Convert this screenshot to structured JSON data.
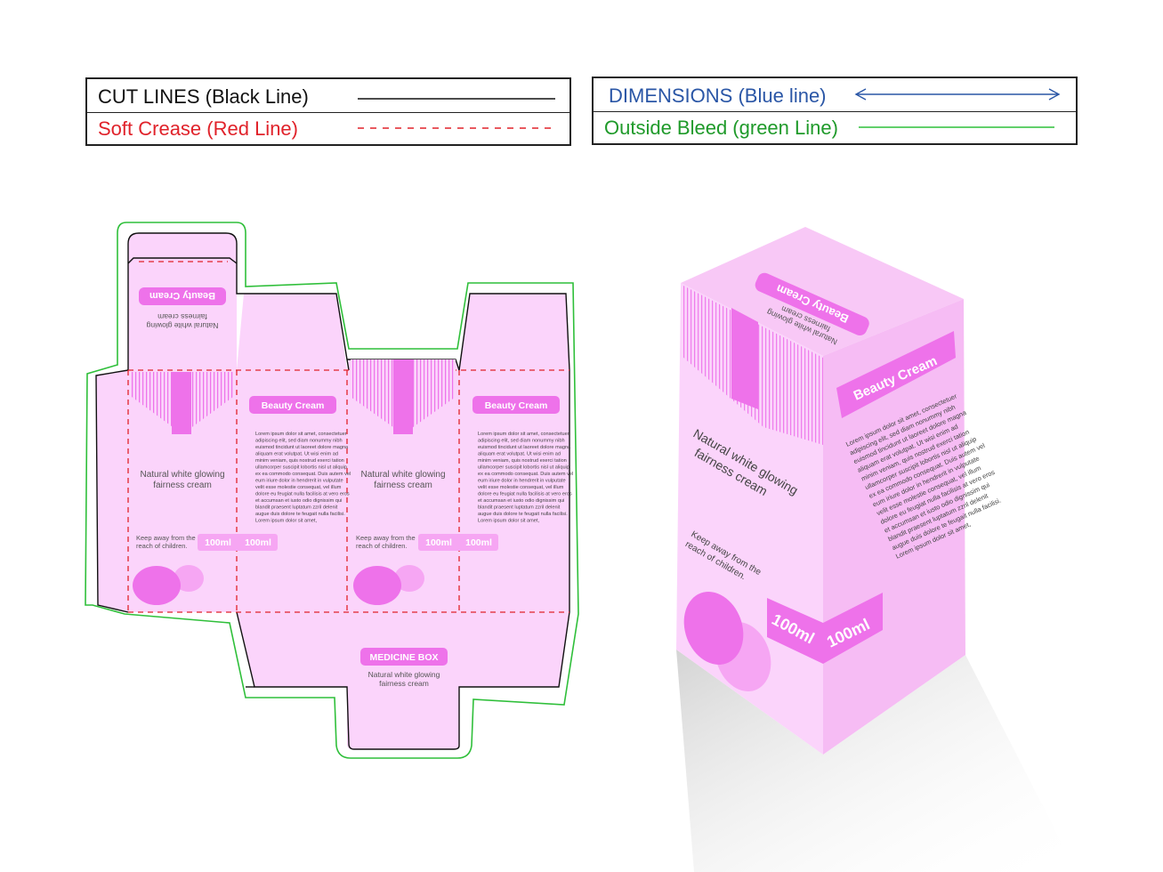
{
  "legend": {
    "left": {
      "cut_lines": "CUT LINES (Black Line)",
      "soft_crease": "Soft Crease (Red Line)"
    },
    "right": {
      "dimensions": "DIMENSIONS (Blue line)",
      "outside_bleed": "Outside Bleed (green Line)"
    }
  },
  "colors": {
    "cut": "#111111",
    "crease": "#e0222a",
    "dimension": "#2a56a6",
    "bleed": "#2fbf3a",
    "panel": "#fbd4fb",
    "accent": "#ee72ea",
    "accent_light": "#f6a6f3"
  },
  "dieline": {
    "lid_brand": "Beauty Cream",
    "lid_line1": "Natural white glowing",
    "lid_line2": "fairness cream",
    "brand": "Beauty Cream",
    "product_line1": "Natural white glowing",
    "product_line2": "fairness cream",
    "warning_line1": "Keep away from the",
    "warning_line2": "reach of children.",
    "volume": "100ml",
    "bottom_title": "MEDICINE BOX",
    "bottom_line1": "Natural white glowing",
    "bottom_line2": "fairness cream",
    "body_text": [
      "Lorem ipsum dolor sit amet, consectetuer",
      "adipiscing elit, sed diam nonummy nibh",
      "euismod tincidunt ut laoreet dolore magna",
      "aliquam erat volutpat. Ut wisi enim ad",
      "minim veniam, quis nostrud exerci tation",
      "ullamcorper suscipit lobortis nisl ut aliquip",
      "ex ea commodo consequat. Duis autem vel",
      "eum iriure dolor in hendrerit in vulputate",
      "velit esse molestie consequat, vel illum",
      "dolore eu feugiat nulla facilisis at vero eros",
      "et accumsan et iusto odio dignissim qui",
      "blandit praesent luptatum zzril delenit",
      "augue duis dolore te feugait nulla facilisi.",
      "Lorem ipsum dolor sit amet,"
    ]
  },
  "box3d": {
    "top_brand": "Beauty Cream",
    "top_line1": "Natural white glowing",
    "top_line2": "fairness cream",
    "brand": "Beauty Cream",
    "product_line1": "Natural white glowing",
    "product_line2": "fairness cream",
    "warning_line1": "Keep away from the",
    "warning_line2": "reach of children.",
    "volume_left": "100ml",
    "volume_right": "100ml"
  }
}
